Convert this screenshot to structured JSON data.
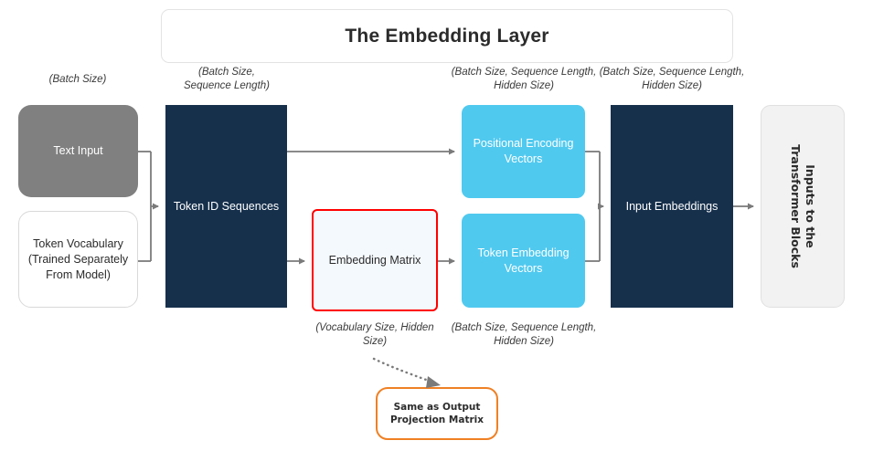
{
  "header": {
    "title": "The Embedding Layer"
  },
  "colors": {
    "navy": "#16304c",
    "cyan": "#50c9ef",
    "gray_fill": "#808080",
    "red_border": "#ff0000",
    "orange_border": "#ef8024",
    "connector": "#7a7a7a",
    "light_panel": "#f2f2f2"
  },
  "dimension_labels": {
    "text_input": "(Batch Size)",
    "token_ids": "(Batch Size,\nSequence Length)",
    "positional": "(Batch Size, Sequence Length,\nHidden Size)",
    "input_embeddings": "(Batch Size, Sequence Length,\nHidden Size)",
    "embedding_matrix": "(Vocabulary Size, Hidden\nSize)",
    "token_embeddings": "(Batch Size, Sequence Length,\nHidden Size)"
  },
  "nodes": {
    "text_input": "Text Input",
    "token_vocabulary": "Token Vocabulary\n(Trained Separately\nFrom Model)",
    "token_id_sequences": "Token ID Sequences",
    "embedding_matrix": "Embedding Matrix",
    "positional_encoding": "Positional Encoding\nVectors",
    "token_embedding": "Token Embedding\nVectors",
    "input_embeddings": "Input Embeddings",
    "transformer_inputs_line1": "Inputs to the",
    "transformer_inputs_line2": "Transformer Blocks"
  },
  "callout": {
    "line1": "Same as Output",
    "line2": "Projection Matrix"
  }
}
